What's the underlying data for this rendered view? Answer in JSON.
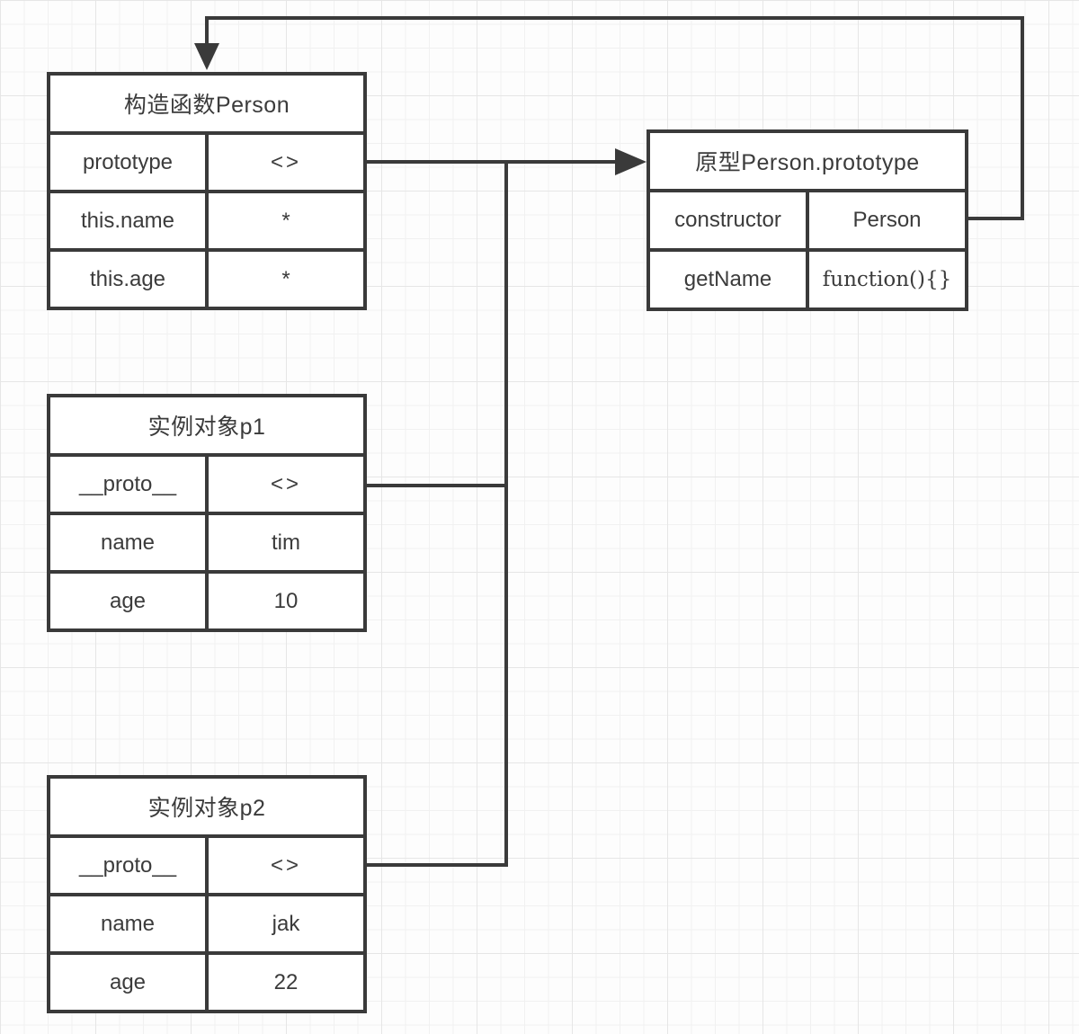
{
  "diagram": {
    "boxes": [
      {
        "id": "constructor-person",
        "title": "构造函数Person",
        "rows": [
          {
            "key": "prototype",
            "value": "<>"
          },
          {
            "key": "this.name",
            "value": "*"
          },
          {
            "key": "this.age",
            "value": "*"
          }
        ]
      },
      {
        "id": "person-prototype",
        "title": "原型Person.prototype",
        "rows": [
          {
            "key": "constructor",
            "value": "Person"
          },
          {
            "key": "getName",
            "value": "function(){}"
          }
        ]
      },
      {
        "id": "instance-p1",
        "title": "实例对象p1",
        "rows": [
          {
            "key": "__proto__",
            "value": "<>"
          },
          {
            "key": "name",
            "value": "tim"
          },
          {
            "key": "age",
            "value": "10"
          }
        ]
      },
      {
        "id": "instance-p2",
        "title": "实例对象p2",
        "rows": [
          {
            "key": "__proto__",
            "value": "<>"
          },
          {
            "key": "name",
            "value": "jak"
          },
          {
            "key": "age",
            "value": "22"
          }
        ]
      }
    ],
    "edges": [
      {
        "from": "构造函数Person.prototype",
        "to": "原型Person.prototype",
        "type": "arrow"
      },
      {
        "from": "实例对象p1.__proto__",
        "to": "原型Person.prototype",
        "type": "arrow"
      },
      {
        "from": "实例对象p2.__proto__",
        "to": "原型Person.prototype",
        "type": "arrow"
      },
      {
        "from": "原型Person.prototype.constructor",
        "to": "构造函数Person",
        "type": "arrow"
      }
    ],
    "colors": {
      "line": "#3a3a3a",
      "text": "#3b3b3b",
      "node_fill": "#ffffff",
      "background": "#fdfdfd",
      "grid_minor": "#f1f1f1",
      "grid_major": "#e6e6e6"
    }
  }
}
